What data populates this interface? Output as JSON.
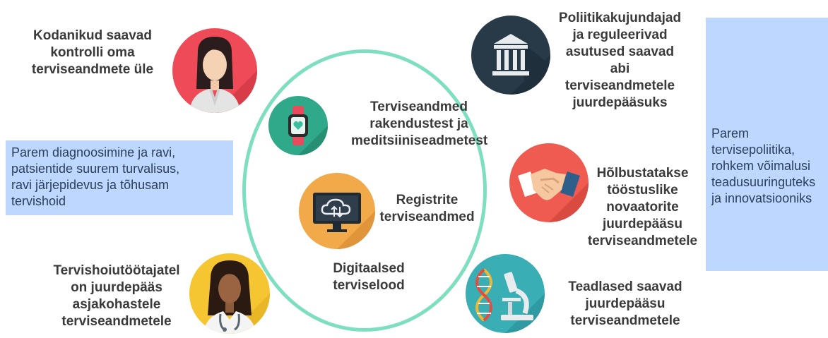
{
  "citizens_label": [
    "Kodanikud saavad",
    "kontrolli oma",
    "terviseandmete üle"
  ],
  "health_workers_label": [
    "Tervishoiutöötajatel",
    "on juurdepääs",
    "asjakohastele",
    "terviseandmetele"
  ],
  "policy_label": [
    "Poliitikakujundajad",
    "ja reguleerivad",
    "asutused saavad",
    "abi",
    "terviseandmetele",
    "juurdepääsuks"
  ],
  "industry_label": [
    "Hõlbustatakse",
    "tööstuslike",
    "novaatorite",
    "juurdepääsu",
    "terviseandmetele"
  ],
  "researchers_label": [
    "Teadlased saavad",
    "juurdepääsu",
    "terviseandmetele"
  ],
  "center": {
    "apps_label": [
      "Terviseandmed",
      "rakendustest ja",
      "meditsiiniseadmetest"
    ],
    "registry_label": [
      "Registrite",
      "terviseandmed"
    ],
    "digital_label": [
      "Digitaalsed",
      "terviselood"
    ]
  },
  "box_left": [
    "Parem diagnoosimine ja ravi,",
    "patsientide suurem turvalisus,",
    "ravi järjepidevus ja tõhusam",
    "tervishoid"
  ],
  "box_right": [
    "Parem",
    "tervisepoliitika,",
    "rohkem võimalusi",
    "teadusuuringuteks",
    "ja innovatsiooniks"
  ],
  "icons": {
    "citizen": "woman-avatar-icon",
    "doctor": "doctor-avatar-icon",
    "policy": "government-building-icon",
    "industry": "handshake-icon",
    "research": "microscope-dna-icon",
    "apps": "smartwatch-heart-icon",
    "registry": "cloud-upload-monitor-icon"
  },
  "colors": {
    "ring": "#7ddfc0",
    "citizen_bg": "#ef4a57",
    "doctor_bg": "#f6c532",
    "policy_bg": "#283a48",
    "industry_bg": "#ef5b50",
    "research_bg": "#3aaeb5",
    "apps_bg": "#2fa989",
    "registry_bg": "#f2a94a",
    "box_bg": "#bdd7ff"
  }
}
